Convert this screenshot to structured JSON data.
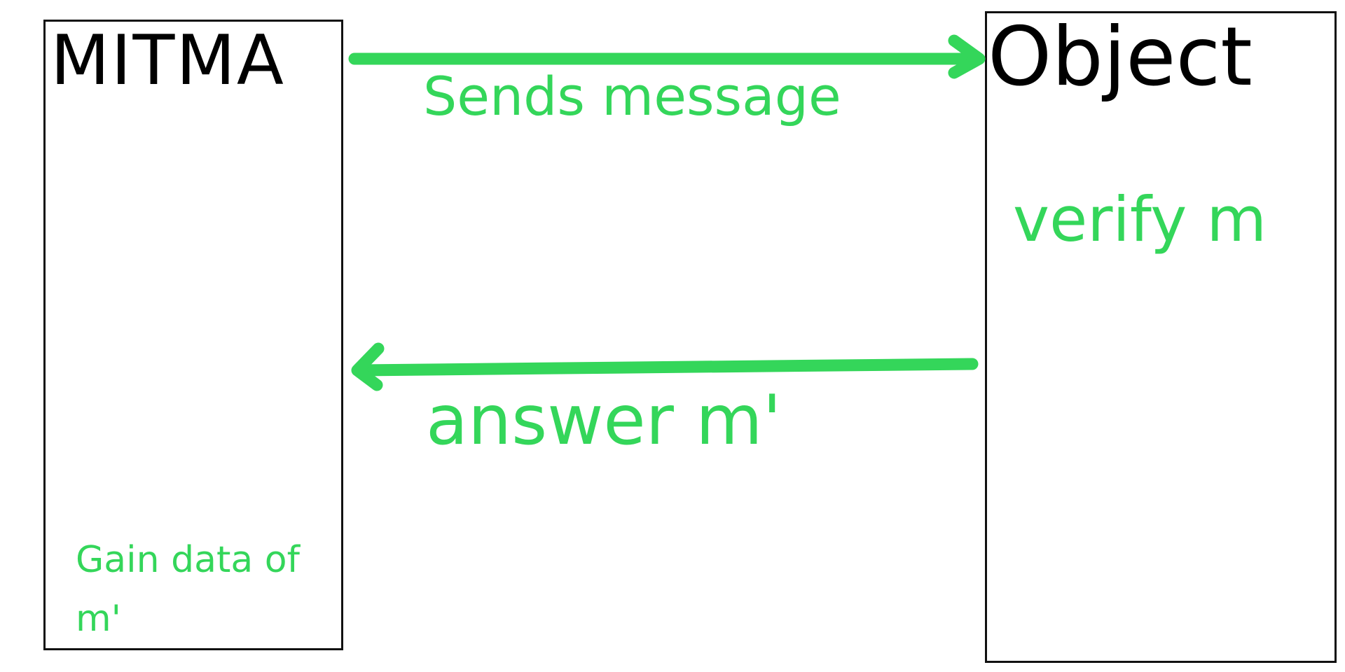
{
  "diagram": {
    "actors": {
      "left": {
        "title": "MITMA",
        "note": "Gain data of m'"
      },
      "right": {
        "title": "Object",
        "note": "verify m"
      }
    },
    "messages": {
      "request": {
        "label": "Sends message"
      },
      "response": {
        "label": "answer m'"
      }
    },
    "colors": {
      "accent": "#34d65a",
      "outline": "#111111",
      "text": "#000000",
      "background": "#ffffff"
    },
    "icons": {
      "request": "arrow-right-icon",
      "response": "arrow-left-icon"
    }
  }
}
